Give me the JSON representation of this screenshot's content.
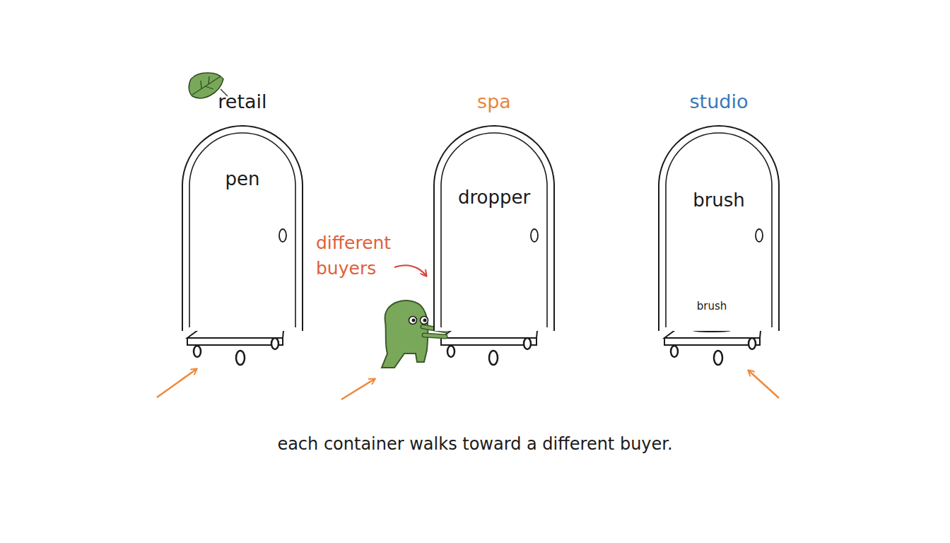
{
  "diagram": {
    "caption": "each container walks toward a different buyer.",
    "nodes": [
      {
        "text": [
          "retail",
          "pen"
        ]
      },
      {
        "text": [
          "spa",
          "dropper"
        ]
      },
      {
        "text": [
          "studio",
          "brush"
        ]
      }
    ],
    "labels": [
      "different buyers",
      "brush"
    ]
  }
}
